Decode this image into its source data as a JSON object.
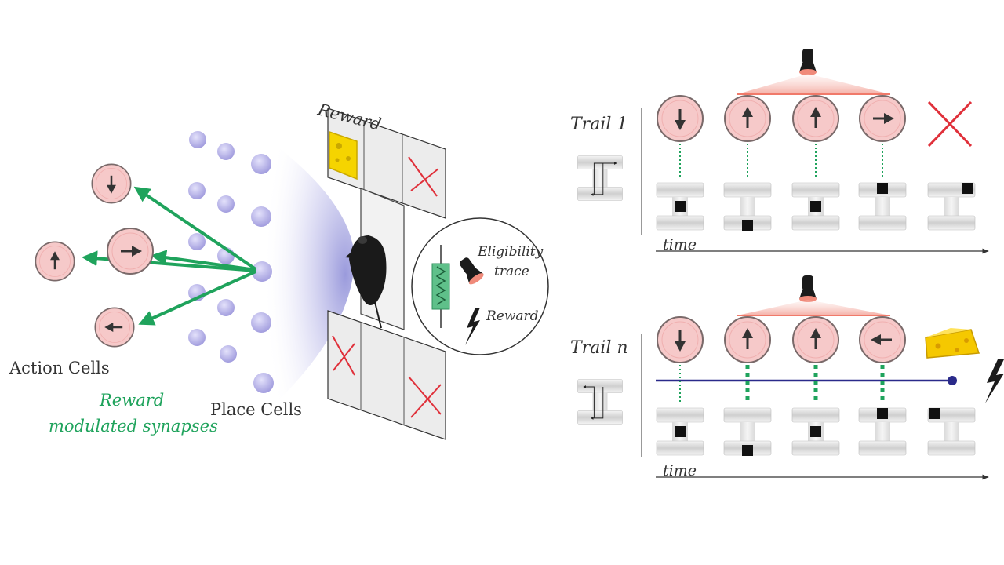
{
  "labels": {
    "action_cells": "Action Cells",
    "place_cells": "Place Cells",
    "reward_synapses_line1": "Reward",
    "reward_synapses_line2": "modulated synapses",
    "reward_top": "Reward",
    "eligibility_line1": "Eligibility",
    "eligibility_line2": "trace",
    "reward_inset": "Reward",
    "trial1": "Trail 1",
    "trialn": "Trail n",
    "time1": "time",
    "time2": "time"
  },
  "colors": {
    "synapse_green": "#1fa35c",
    "action_cell_fill": "#f6c9c9",
    "place_cell": "#b7b3e6",
    "eligibility_line": "#2a2a8a",
    "light_beam": "#f2a9a0",
    "cross_red": "#e0303a"
  },
  "action_cells_left": [
    "down-arrow-icon",
    "right-arrow-icon",
    "up-arrow-icon",
    "left-arrow-icon"
  ],
  "trial1_actions": [
    "down",
    "up",
    "up",
    "right"
  ],
  "trialn_actions": [
    "down",
    "up",
    "up",
    "left"
  ],
  "trial1_outcome": "cross-icon",
  "trialn_outcome": "cheese-icon"
}
